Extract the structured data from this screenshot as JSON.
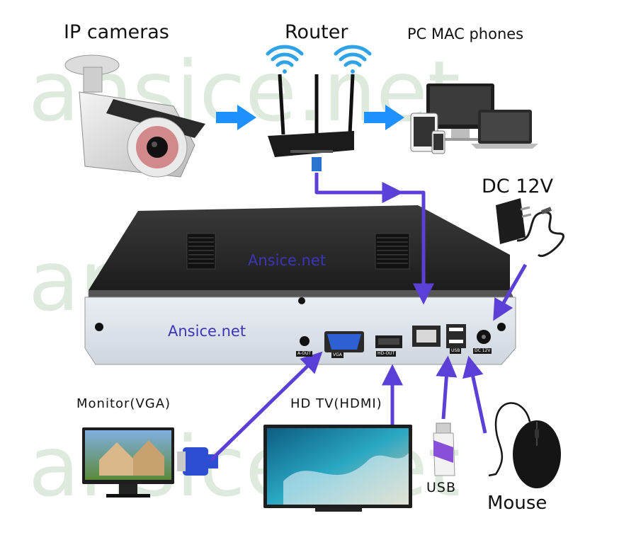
{
  "labels": {
    "ip_cameras": "IP cameras",
    "router": "Router",
    "pc_mac_phones": "PC MAC phones",
    "dc_power": "DC 12V",
    "monitor": "Monitor(VGA)",
    "hd_tv": "HD TV(HDMI)",
    "usb": "USB",
    "mouse": "Mouse"
  },
  "brand": {
    "top": "Ansice.net",
    "front": "Ansice.net"
  },
  "watermark": "ansice.net",
  "ports": {
    "a_out": "A-OUT",
    "vga": "VGA",
    "hd_out": "HD-OUT",
    "usb": "USB",
    "dc": "DC 12V"
  },
  "colors": {
    "connector_arrow": "#5b3fd6",
    "flow_arrow": "#1e90ff",
    "brand_text": "#3d35b8",
    "watermark": "#cfe0cf"
  }
}
